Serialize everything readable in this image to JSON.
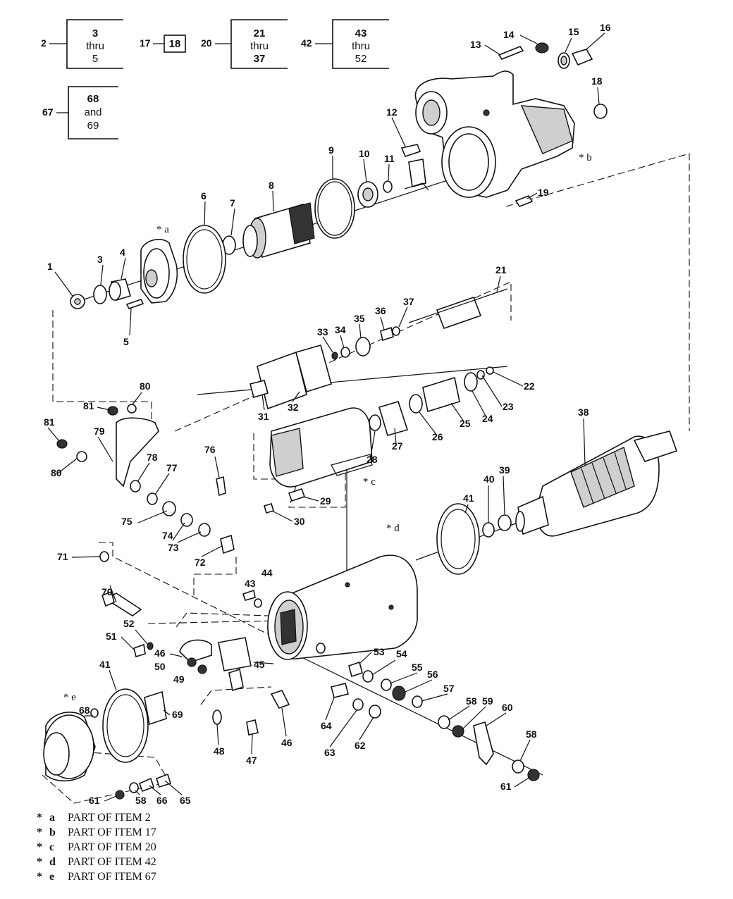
{
  "groups": [
    {
      "parent": "2",
      "line1": "3",
      "line2": "thru",
      "line3": "5"
    },
    {
      "parent": "17",
      "line1": "18",
      "line2": "",
      "line3": ""
    },
    {
      "parent": "20",
      "line1": "21",
      "line2": "thru",
      "line3": "37"
    },
    {
      "parent": "42",
      "line1": "43",
      "line2": "thru",
      "line3": "52"
    },
    {
      "parent": "67",
      "line1": "68",
      "line2": "and",
      "line3": "69"
    }
  ],
  "callouts": [
    "1",
    "3",
    "4",
    "5",
    "6",
    "7",
    "8",
    "9",
    "10",
    "11",
    "12",
    "13",
    "14",
    "15",
    "16",
    "18",
    "19",
    "21",
    "22",
    "23",
    "24",
    "25",
    "26",
    "27",
    "28",
    "29",
    "30",
    "31",
    "32",
    "33",
    "34",
    "35",
    "36",
    "37",
    "38",
    "39",
    "40",
    "41",
    "41",
    "43",
    "44",
    "45",
    "46",
    "46",
    "47",
    "48",
    "49",
    "50",
    "51",
    "52",
    "53",
    "54",
    "55",
    "56",
    "57",
    "58",
    "58",
    "58",
    "59",
    "60",
    "61",
    "61",
    "62",
    "63",
    "64",
    "65",
    "66",
    "68",
    "69",
    "70",
    "71",
    "72",
    "73",
    "74",
    "75",
    "76",
    "77",
    "78",
    "79",
    "80",
    "80",
    "81",
    "81"
  ],
  "subassembly_marks": {
    "a": "* a",
    "b": "* b",
    "c": "* c",
    "d": "* d",
    "e": "* e"
  },
  "legend": [
    {
      "star": "*",
      "key": "a",
      "text": "PART OF ITEM 2"
    },
    {
      "star": "*",
      "key": "b",
      "text": "PART OF ITEM 17"
    },
    {
      "star": "*",
      "key": "c",
      "text": "PART OF ITEM 20"
    },
    {
      "star": "*",
      "key": "d",
      "text": "PART OF ITEM 42"
    },
    {
      "star": "*",
      "key": "e",
      "text": "PART OF ITEM 67"
    }
  ],
  "colors": {
    "ink": "#111111",
    "paper": "#ffffff",
    "shade": "#cfcfcf"
  }
}
